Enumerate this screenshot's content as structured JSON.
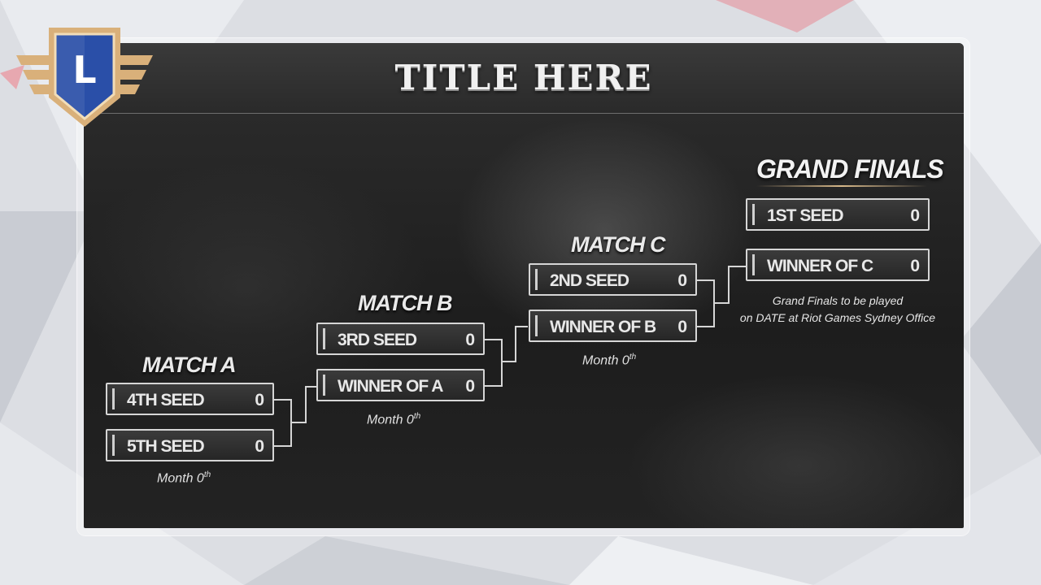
{
  "header": {
    "title": "TITLE HERE"
  },
  "logo": {
    "letter": "L"
  },
  "grand_finals": {
    "label": "GRAND FINALS",
    "teams": [
      {
        "name": "1ST SEED",
        "score": "0"
      },
      {
        "name": "WINNER OF C",
        "score": "0"
      }
    ],
    "note_line1": "Grand Finals to be played",
    "note_line2": "on DATE at Riot Games Sydney Office"
  },
  "match_c": {
    "label": "MATCH C",
    "teams": [
      {
        "name": "2ND SEED",
        "score": "0"
      },
      {
        "name": "WINNER OF B",
        "score": "0"
      }
    ],
    "date": "Month 0",
    "date_suffix": "th"
  },
  "match_b": {
    "label": "MATCH B",
    "teams": [
      {
        "name": "3RD SEED",
        "score": "0"
      },
      {
        "name": "WINNER OF A",
        "score": "0"
      }
    ],
    "date": "Month 0",
    "date_suffix": "th"
  },
  "match_a": {
    "label": "MATCH A",
    "teams": [
      {
        "name": "4TH SEED",
        "score": "0"
      },
      {
        "name": "5TH SEED",
        "score": "0"
      }
    ],
    "date": "Month 0",
    "date_suffix": "th"
  },
  "colors": {
    "panel": "#232323",
    "border": "#d6d6d6",
    "logo_gold": "#d9b07a",
    "logo_blue": "#2a4fa8"
  }
}
